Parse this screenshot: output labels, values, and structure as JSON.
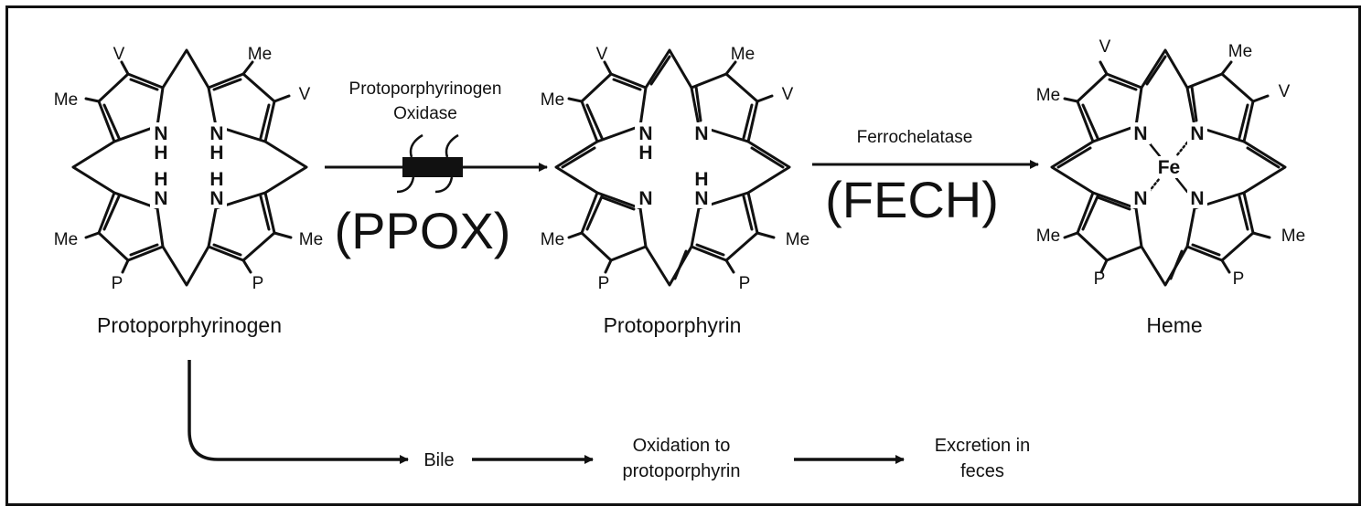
{
  "molecules": {
    "protoporphyrinogen": {
      "name": "Protoporphyrinogen",
      "substituents": {
        "top_left": "V",
        "top_right": "Me",
        "right_top": "V",
        "left_top": "Me",
        "left_bottom": "Me",
        "right_bottom": "Me",
        "bottom_left": "P",
        "bottom_right": "P"
      },
      "nh_labels": {
        "tl_n": "N",
        "tl_h": "H",
        "tr_n": "N",
        "tr_h": "H",
        "bl_n": "N",
        "bl_h": "H",
        "br_n": "N",
        "br_h": "H"
      }
    },
    "protoporphyrin": {
      "name": "Protoporphyrin",
      "substituents": {
        "top_left": "V",
        "top_right": "Me",
        "right_top": "V",
        "left_top": "Me",
        "left_bottom": "Me",
        "right_bottom": "Me",
        "bottom_left": "P",
        "bottom_right": "P"
      },
      "nh_labels": {
        "tl_n": "N",
        "tl_h": "H",
        "tr_n": "N",
        "bl_n": "N",
        "br_n": "N",
        "br_h": "H"
      }
    },
    "heme": {
      "name": "Heme",
      "substituents": {
        "top_left": "V",
        "top_right": "Me",
        "right_top": "V",
        "left_top": "Me",
        "left_bottom": "Me",
        "right_bottom": "Me",
        "bottom_left": "P",
        "bottom_right": "P"
      },
      "n_labels": {
        "tl": "N",
        "tr": "N",
        "bl": "N",
        "br": "N"
      },
      "metal": "Fe"
    }
  },
  "enzymes": {
    "ppox_name_line1": "Protoporphyrinogen",
    "ppox_name_line2": "Oxidase",
    "ppox_abbrev": "(PPOX)",
    "fech_name": "Ferrochelatase",
    "fech_abbrev": "(FECH)"
  },
  "alternate_pathway": {
    "step1": "Bile",
    "step2_line1": "Oxidation to",
    "step2_line2": "protoporphyrin",
    "step3_line1": "Excretion in",
    "step3_line2": "feces"
  }
}
